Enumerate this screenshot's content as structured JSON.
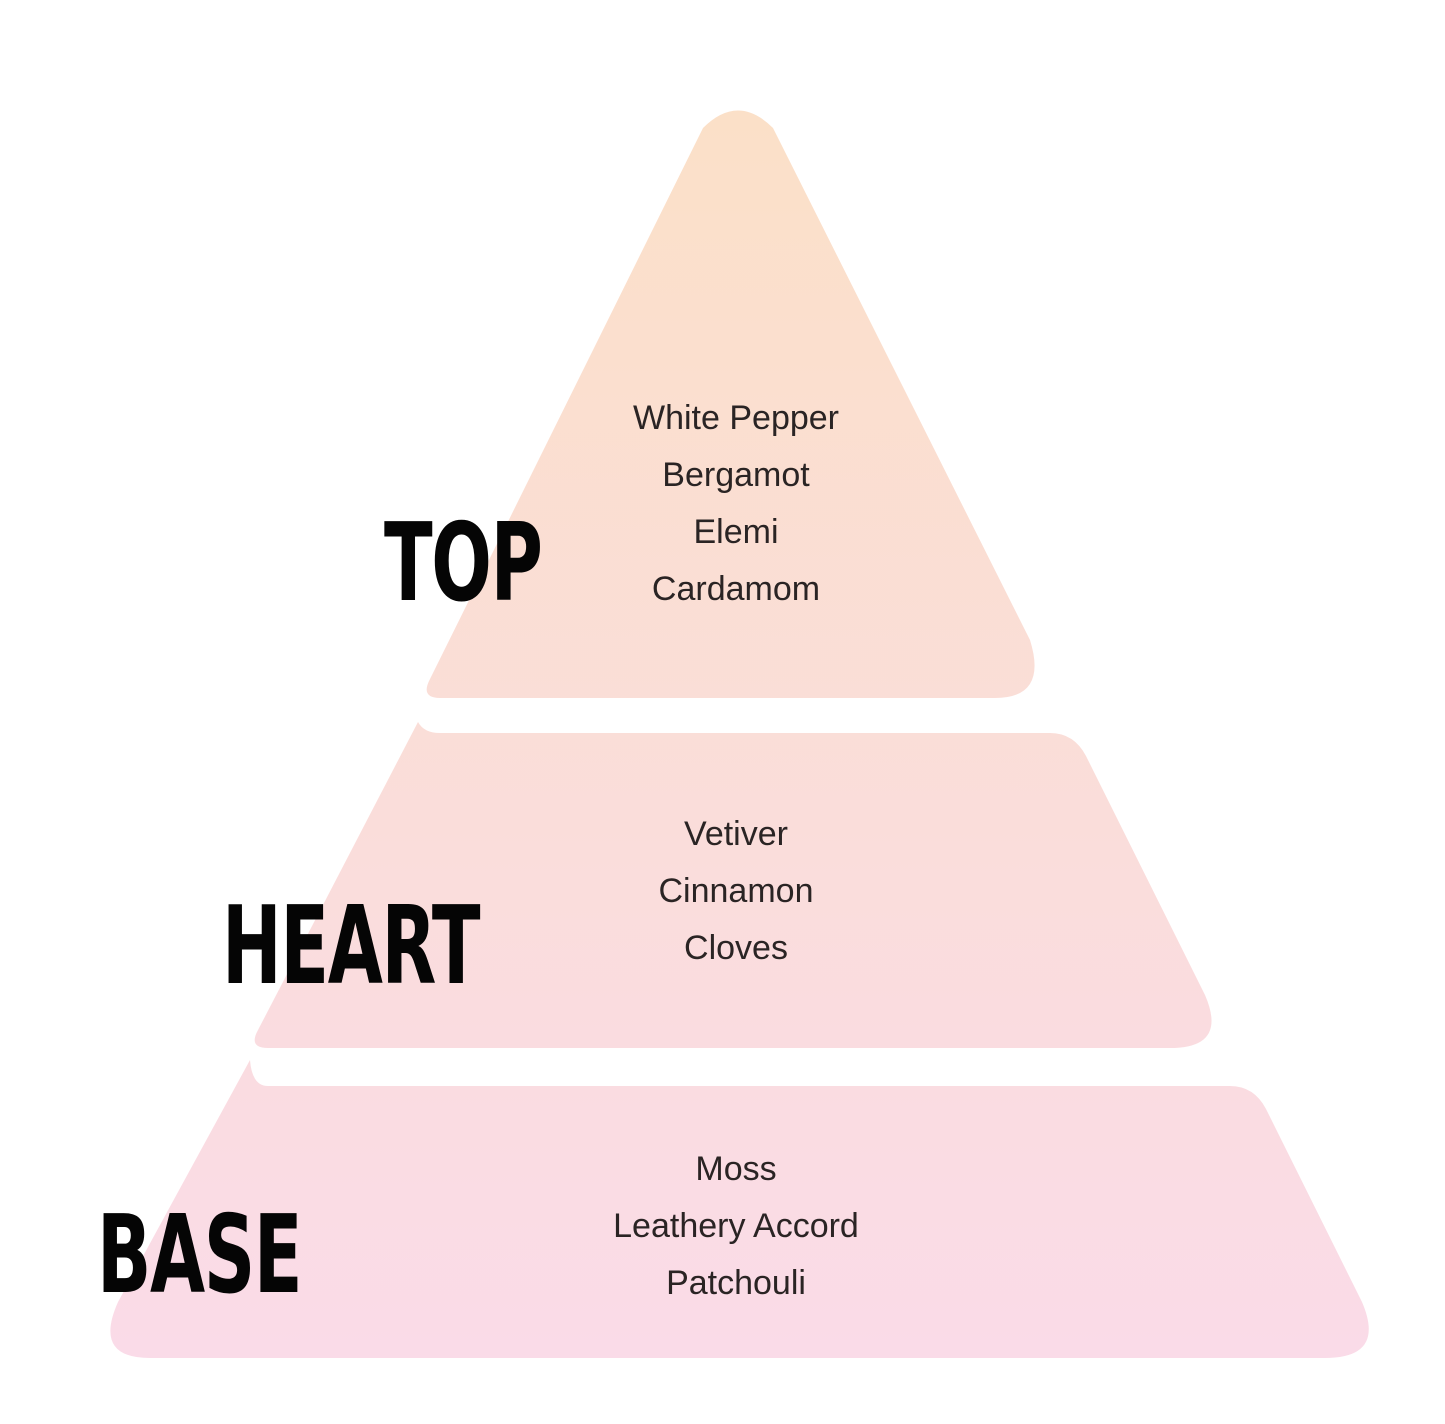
{
  "diagram": {
    "tiers": [
      {
        "label": "TOP",
        "notes": [
          "White Pepper",
          "Bergamot",
          "Elemi",
          "Cardamom"
        ]
      },
      {
        "label": "HEART",
        "notes": [
          "Vetiver",
          "Cinnamon",
          "Cloves"
        ]
      },
      {
        "label": "BASE",
        "notes": [
          "Moss",
          "Leathery Accord",
          "Patchouli"
        ]
      }
    ],
    "colors": {
      "gradient_top": "#fbe0c8",
      "gradient_bottom": "#fadbe8",
      "label_text": "#050505",
      "note_text": "#2a2424"
    }
  }
}
